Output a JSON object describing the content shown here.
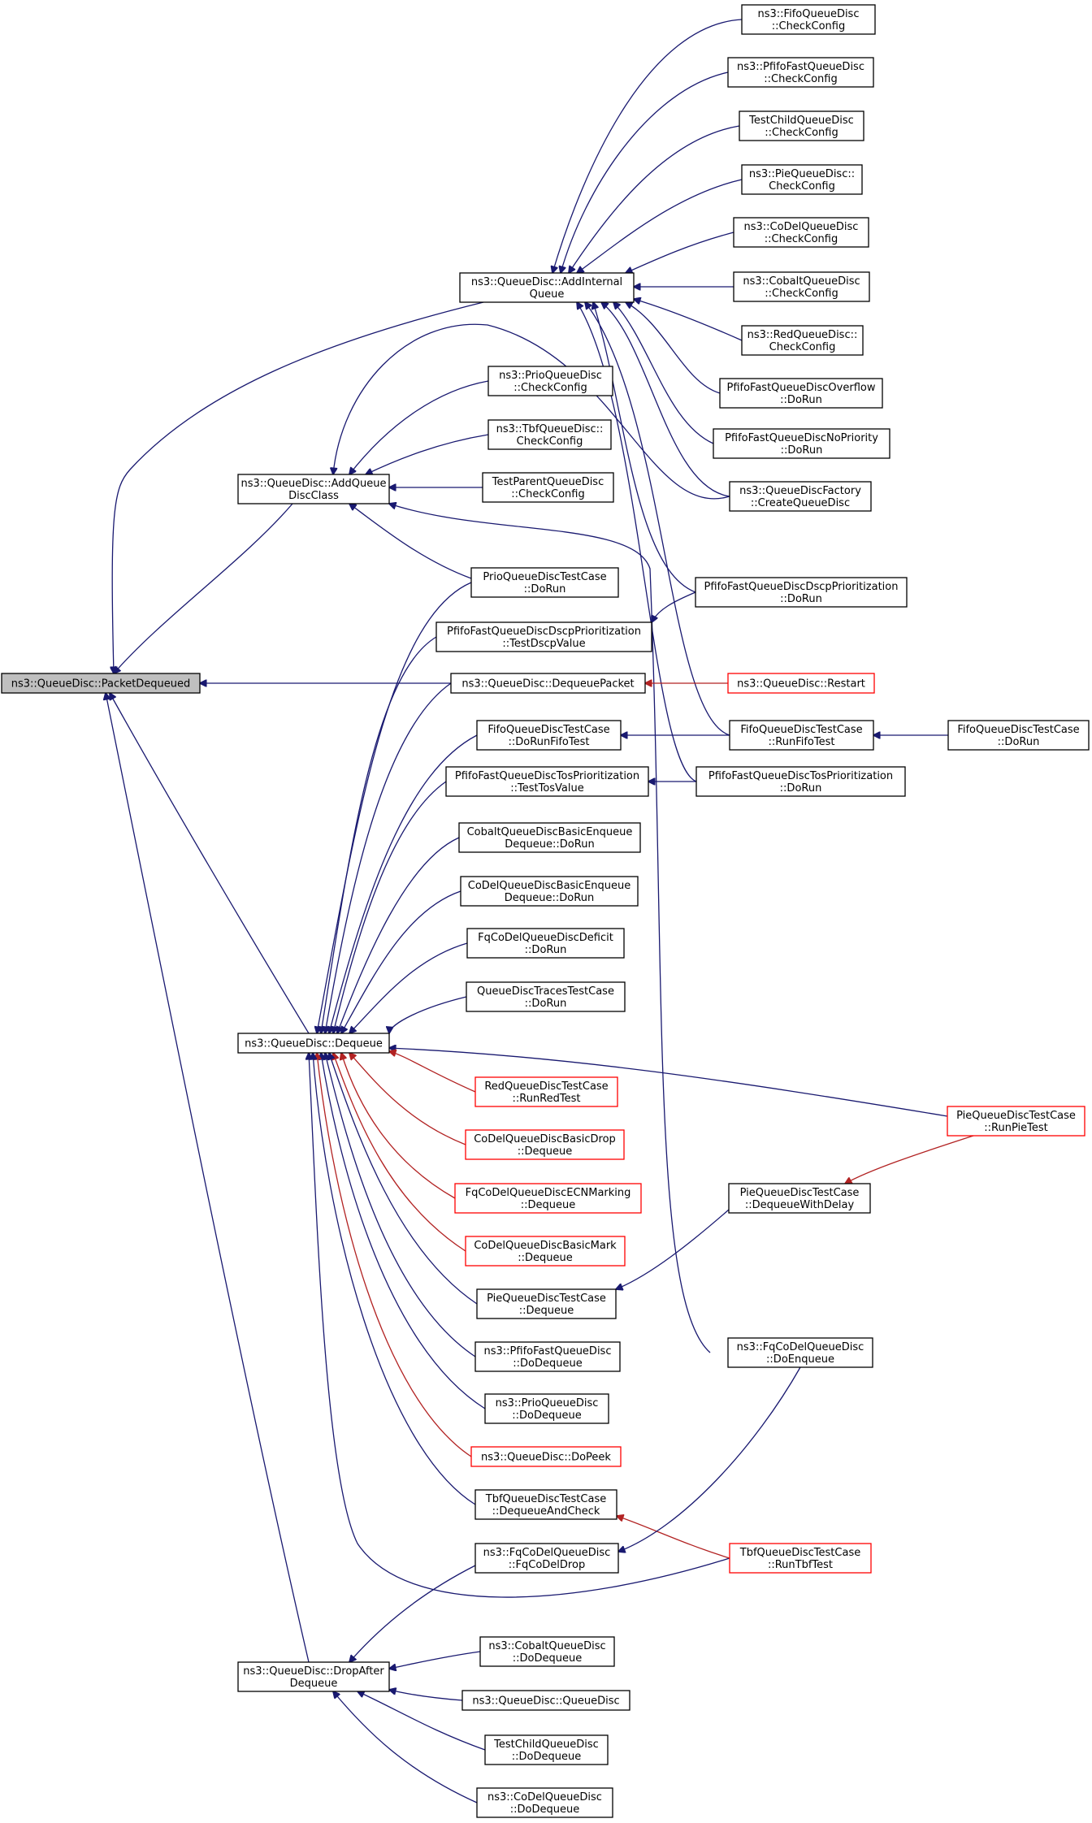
{
  "colors": {
    "edge": "#191970",
    "edge_red": "#b22222",
    "border": "#000000",
    "border_red": "#ff0000",
    "focus_fill": "#bfbfbf",
    "background": "#ffffff"
  },
  "nodes": [
    {
      "id": "packet_dequeued",
      "lines": [
        "ns3::QueueDisc::PacketDequeued"
      ],
      "style": "gray"
    },
    {
      "id": "add_internal_queue",
      "lines": [
        "ns3::QueueDisc::AddInternal",
        "Queue"
      ]
    },
    {
      "id": "add_queue_disc_class",
      "lines": [
        "ns3::QueueDisc::AddQueue",
        "DiscClass"
      ]
    },
    {
      "id": "dequeue",
      "lines": [
        "ns3::QueueDisc::Dequeue"
      ]
    },
    {
      "id": "drop_after_dequeue",
      "lines": [
        "ns3::QueueDisc::DropAfter",
        "Dequeue"
      ]
    },
    {
      "id": "fifo_check",
      "lines": [
        "ns3::FifoQueueDisc",
        "::CheckConfig"
      ]
    },
    {
      "id": "pfifo_fast_check",
      "lines": [
        "ns3::PfifoFastQueueDisc",
        "::CheckConfig"
      ]
    },
    {
      "id": "test_child_check",
      "lines": [
        "TestChildQueueDisc",
        "::CheckConfig"
      ]
    },
    {
      "id": "pie_check",
      "lines": [
        "ns3::PieQueueDisc::",
        "CheckConfig"
      ]
    },
    {
      "id": "codel_check",
      "lines": [
        "ns3::CoDelQueueDisc",
        "::CheckConfig"
      ]
    },
    {
      "id": "cobalt_check",
      "lines": [
        "ns3::CobaltQueueDisc",
        "::CheckConfig"
      ]
    },
    {
      "id": "red_check",
      "lines": [
        "ns3::RedQueueDisc::",
        "CheckConfig"
      ]
    },
    {
      "id": "pfifo_overflow",
      "lines": [
        "PfifoFastQueueDiscOverflow",
        "::DoRun"
      ]
    },
    {
      "id": "pfifo_nopriority",
      "lines": [
        "PfifoFastQueueDiscNoPriority",
        "::DoRun"
      ]
    },
    {
      "id": "factory_create",
      "lines": [
        "ns3::QueueDiscFactory",
        "::CreateQueueDisc"
      ]
    },
    {
      "id": "prio_check",
      "lines": [
        "ns3::PrioQueueDisc",
        "::CheckConfig"
      ]
    },
    {
      "id": "tbf_check",
      "lines": [
        "ns3::TbfQueueDisc::",
        "CheckConfig"
      ]
    },
    {
      "id": "test_parent_check",
      "lines": [
        "TestParentQueueDisc",
        "::CheckConfig"
      ]
    },
    {
      "id": "prio_test_dorun",
      "lines": [
        "PrioQueueDiscTestCase",
        "::DoRun"
      ]
    },
    {
      "id": "pfifo_dscp_dorun",
      "lines": [
        "PfifoFastQueueDiscDscpPrioritization",
        "::DoRun"
      ]
    },
    {
      "id": "pfifo_dscp_testvalue",
      "lines": [
        "PfifoFastQueueDiscDscpPrioritization",
        "::TestDscpValue"
      ]
    },
    {
      "id": "dequeue_packet",
      "lines": [
        "ns3::QueueDisc::DequeuePacket"
      ]
    },
    {
      "id": "restart",
      "lines": [
        "ns3::QueueDisc::Restart"
      ],
      "style": "red"
    },
    {
      "id": "fifo_dorunfifo",
      "lines": [
        "FifoQueueDiscTestCase",
        "::DoRunFifoTest"
      ]
    },
    {
      "id": "fifo_runfifo",
      "lines": [
        "FifoQueueDiscTestCase",
        "::RunFifoTest"
      ]
    },
    {
      "id": "fifo_dorun",
      "lines": [
        "FifoQueueDiscTestCase",
        "::DoRun"
      ]
    },
    {
      "id": "pfifo_tos_testvalue",
      "lines": [
        "PfifoFastQueueDiscTosPrioritization",
        "::TestTosValue"
      ]
    },
    {
      "id": "pfifo_tos_dorun",
      "lines": [
        "PfifoFastQueueDiscTosPrioritization",
        "::DoRun"
      ]
    },
    {
      "id": "cobalt_basic",
      "lines": [
        "CobaltQueueDiscBasicEnqueue",
        "Dequeue::DoRun"
      ]
    },
    {
      "id": "codel_basic",
      "lines": [
        "CoDelQueueDiscBasicEnqueue",
        "Dequeue::DoRun"
      ]
    },
    {
      "id": "fqcodel_deficit",
      "lines": [
        "FqCoDelQueueDiscDeficit",
        "::DoRun"
      ]
    },
    {
      "id": "traces_dorun",
      "lines": [
        "QueueDiscTracesTestCase",
        "::DoRun"
      ]
    },
    {
      "id": "red_runred",
      "lines": [
        "RedQueueDiscTestCase",
        "::RunRedTest"
      ],
      "style": "red"
    },
    {
      "id": "pie_runpie",
      "lines": [
        "PieQueueDiscTestCase",
        "::RunPieTest"
      ],
      "style": "red"
    },
    {
      "id": "codel_basicdrop",
      "lines": [
        "CoDelQueueDiscBasicDrop",
        "::Dequeue"
      ],
      "style": "red"
    },
    {
      "id": "fqcodel_ecn",
      "lines": [
        "FqCoDelQueueDiscECNMarking",
        "::Dequeue"
      ],
      "style": "red"
    },
    {
      "id": "pie_dequeuewithdelay",
      "lines": [
        "PieQueueDiscTestCase",
        "::DequeueWithDelay"
      ]
    },
    {
      "id": "codel_basicmark",
      "lines": [
        "CoDelQueueDiscBasicMark",
        "::Dequeue"
      ],
      "style": "red"
    },
    {
      "id": "pie_dequeue",
      "lines": [
        "PieQueueDiscTestCase",
        "::Dequeue"
      ]
    },
    {
      "id": "pfifo_dodequeue",
      "lines": [
        "ns3::PfifoFastQueueDisc",
        "::DoDequeue"
      ]
    },
    {
      "id": "fqcodel_doenqueue",
      "lines": [
        "ns3::FqCoDelQueueDisc",
        "::DoEnqueue"
      ]
    },
    {
      "id": "prio_dodequeue",
      "lines": [
        "ns3::PrioQueueDisc",
        "::DoDequeue"
      ]
    },
    {
      "id": "dopeek",
      "lines": [
        "ns3::QueueDisc::DoPeek"
      ],
      "style": "red"
    },
    {
      "id": "tbf_dequeueandcheck",
      "lines": [
        "TbfQueueDiscTestCase",
        "::DequeueAndCheck"
      ]
    },
    {
      "id": "fqcodel_drop",
      "lines": [
        "ns3::FqCoDelQueueDisc",
        "::FqCoDelDrop"
      ]
    },
    {
      "id": "tbf_runtbf",
      "lines": [
        "TbfQueueDiscTestCase",
        "::RunTbfTest"
      ],
      "style": "red"
    },
    {
      "id": "cobalt_dodequeue",
      "lines": [
        "ns3::CobaltQueueDisc",
        "::DoDequeue"
      ]
    },
    {
      "id": "queuedisc_ctor",
      "lines": [
        "ns3::QueueDisc::QueueDisc"
      ]
    },
    {
      "id": "testchild_dodequeue",
      "lines": [
        "TestChildQueueDisc",
        "::DoDequeue"
      ]
    },
    {
      "id": "codel_dodequeue",
      "lines": [
        "ns3::CoDelQueueDisc",
        "::DoDequeue"
      ]
    }
  ]
}
